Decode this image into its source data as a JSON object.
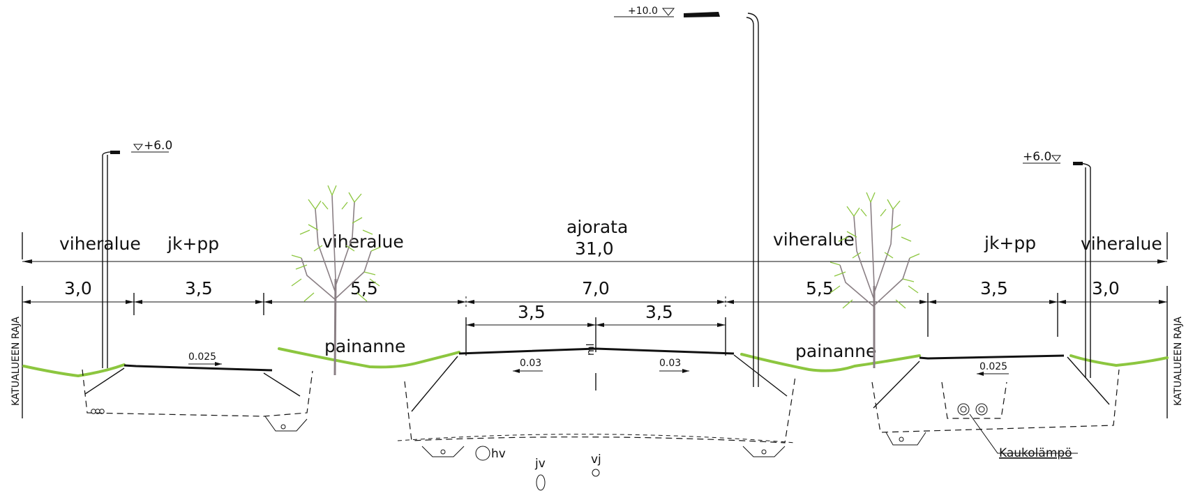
{
  "labels": {
    "zone_left_green": "viheralue",
    "zone_left_path": "jk+pp",
    "zone_left_green2": "viheralue",
    "zone_road": "ajorata",
    "total_width": "31,0",
    "zone_right_green": "viheralue",
    "zone_right_path": "jk+pp",
    "zone_right_green2": "viheralue"
  },
  "dimensions": {
    "d1": "3,0",
    "d2": "3,5",
    "d3": "5,5",
    "d4": "7,0",
    "d5": "5,5",
    "d6": "3,5",
    "d7": "3,0",
    "lane_left": "3,5",
    "lane_right": "3,5"
  },
  "slopes": {
    "left_path": "0.025",
    "road_left": "0.03",
    "road_right": "0.03",
    "right_path": "0.025"
  },
  "heights": {
    "left_pole": "+6.0",
    "center_pole": "+10.0",
    "right_pole": "+6.0"
  },
  "annotations": {
    "swale_left": "painanne",
    "swale_right": "painanne",
    "centerline": "ml",
    "boundary_left": "KATUALUEEN RAJA",
    "boundary_right": "KATUALUEEN RAJA",
    "district_heating": "Kaukolämpö",
    "pipe_hv": "hv",
    "pipe_jv": "jv",
    "pipe_vj": "vj"
  }
}
